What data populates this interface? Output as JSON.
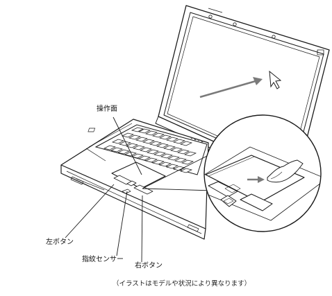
{
  "labels": {
    "operation_surface": "操作面",
    "left_button": "左ボタン",
    "fingerprint_sensor": "指紋センサー",
    "right_button": "右ボタン"
  },
  "caption": "（イラストはモデルや状況により異なります）",
  "colors": {
    "line": "#1a1a1a",
    "arrow": "#7a7a7a",
    "key_fill": "#ffffff",
    "background": "#ffffff"
  },
  "icons": {
    "pointer": "mouse-cursor-icon",
    "arrow": "right-arrow-icon"
  }
}
